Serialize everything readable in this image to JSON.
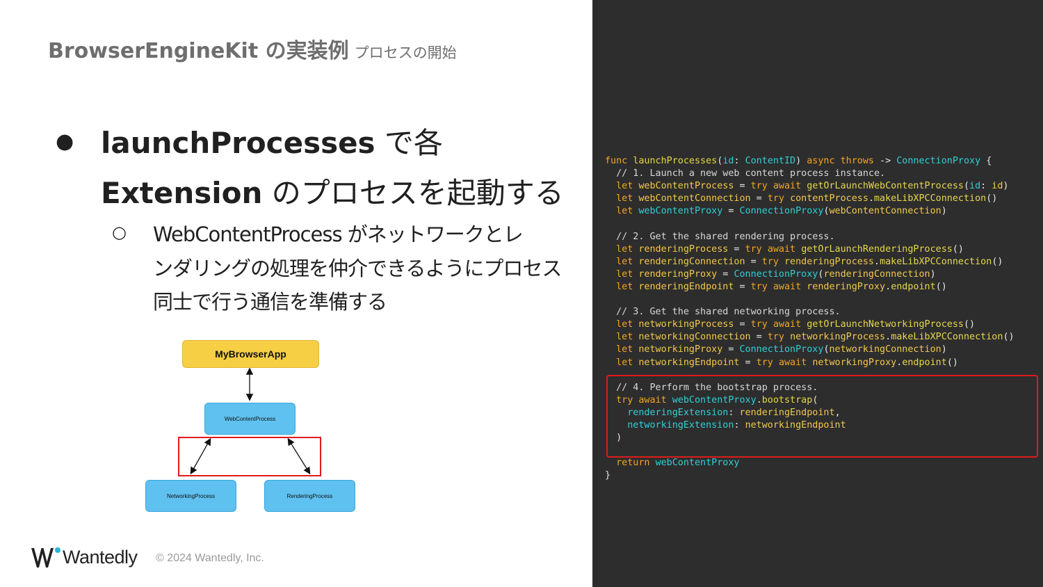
{
  "slide": {
    "title": "BrowserEngineKit の実装例",
    "subtitle": "プロセスの開始",
    "bullet1": {
      "marker": "●",
      "line1_bold": "launchProcesses",
      "line1_rest": " で各",
      "line2_bold": "Extension",
      "line2_rest": " のプロセスを起動する"
    },
    "bullet2": {
      "marker": "○",
      "lines": [
        "WebContentProcess がネットワークとレ",
        "ンダリングの処理を仲介できるようにプロセス",
        "同士で行う通信を準備する"
      ]
    }
  },
  "diagram": {
    "app": "MyBrowserApp",
    "web_content": "WebContentProcess",
    "networking": "NetworkingProcess",
    "rendering": "RenderingProcess",
    "highlight_color": "#e01b1b",
    "app_color": "#f6cf45",
    "process_color": "#5fc1ef"
  },
  "footer": {
    "logo_text": "Wantedly",
    "copyright": "© 2024 Wantedly, Inc.",
    "logo_accent": "#26b6d8"
  },
  "code": {
    "language": "swift",
    "lines": [
      "func launchProcesses(id: ContentID) async throws -> ConnectionProxy {",
      "  // 1. Launch a new web content process instance.",
      "  let webContentProcess = try await getOrLaunchWebContentProcess(id: id)",
      "  let webContentConnection = try contentProcess.makeLibXPCConnection()",
      "  let webContentProxy = ConnectionProxy(webContentConnection)",
      "",
      "  // 2. Get the shared rendering process.",
      "  let renderingProcess = try await getOrLaunchRenderingProcess()",
      "  let renderingConnection = try renderingProcess.makeLibXPCConnection()",
      "  let renderingProxy = ConnectionProxy(renderingConnection)",
      "  let renderingEndpoint = try await renderingProxy.endpoint()",
      "",
      "  // 3. Get the shared networking process.",
      "  let networkingProcess = try await getOrLaunchNetworkingProcess()",
      "  let networkingConnection = try networkingProcess.makeLibXPCConnection()",
      "  let networkingProxy = ConnectionProxy(networkingConnection)",
      "  let networkingEndpoint = try await networkingProxy.endpoint()",
      "",
      "  // 4. Perform the bootstrap process.",
      "  try await webContentProxy.bootstrap(",
      "    renderingExtension: renderingEndpoint,",
      "    networkingExtension: networkingEndpoint",
      "  )",
      "",
      "  return webContentProxy",
      "}"
    ],
    "highlight_color": "#e01b1b"
  }
}
